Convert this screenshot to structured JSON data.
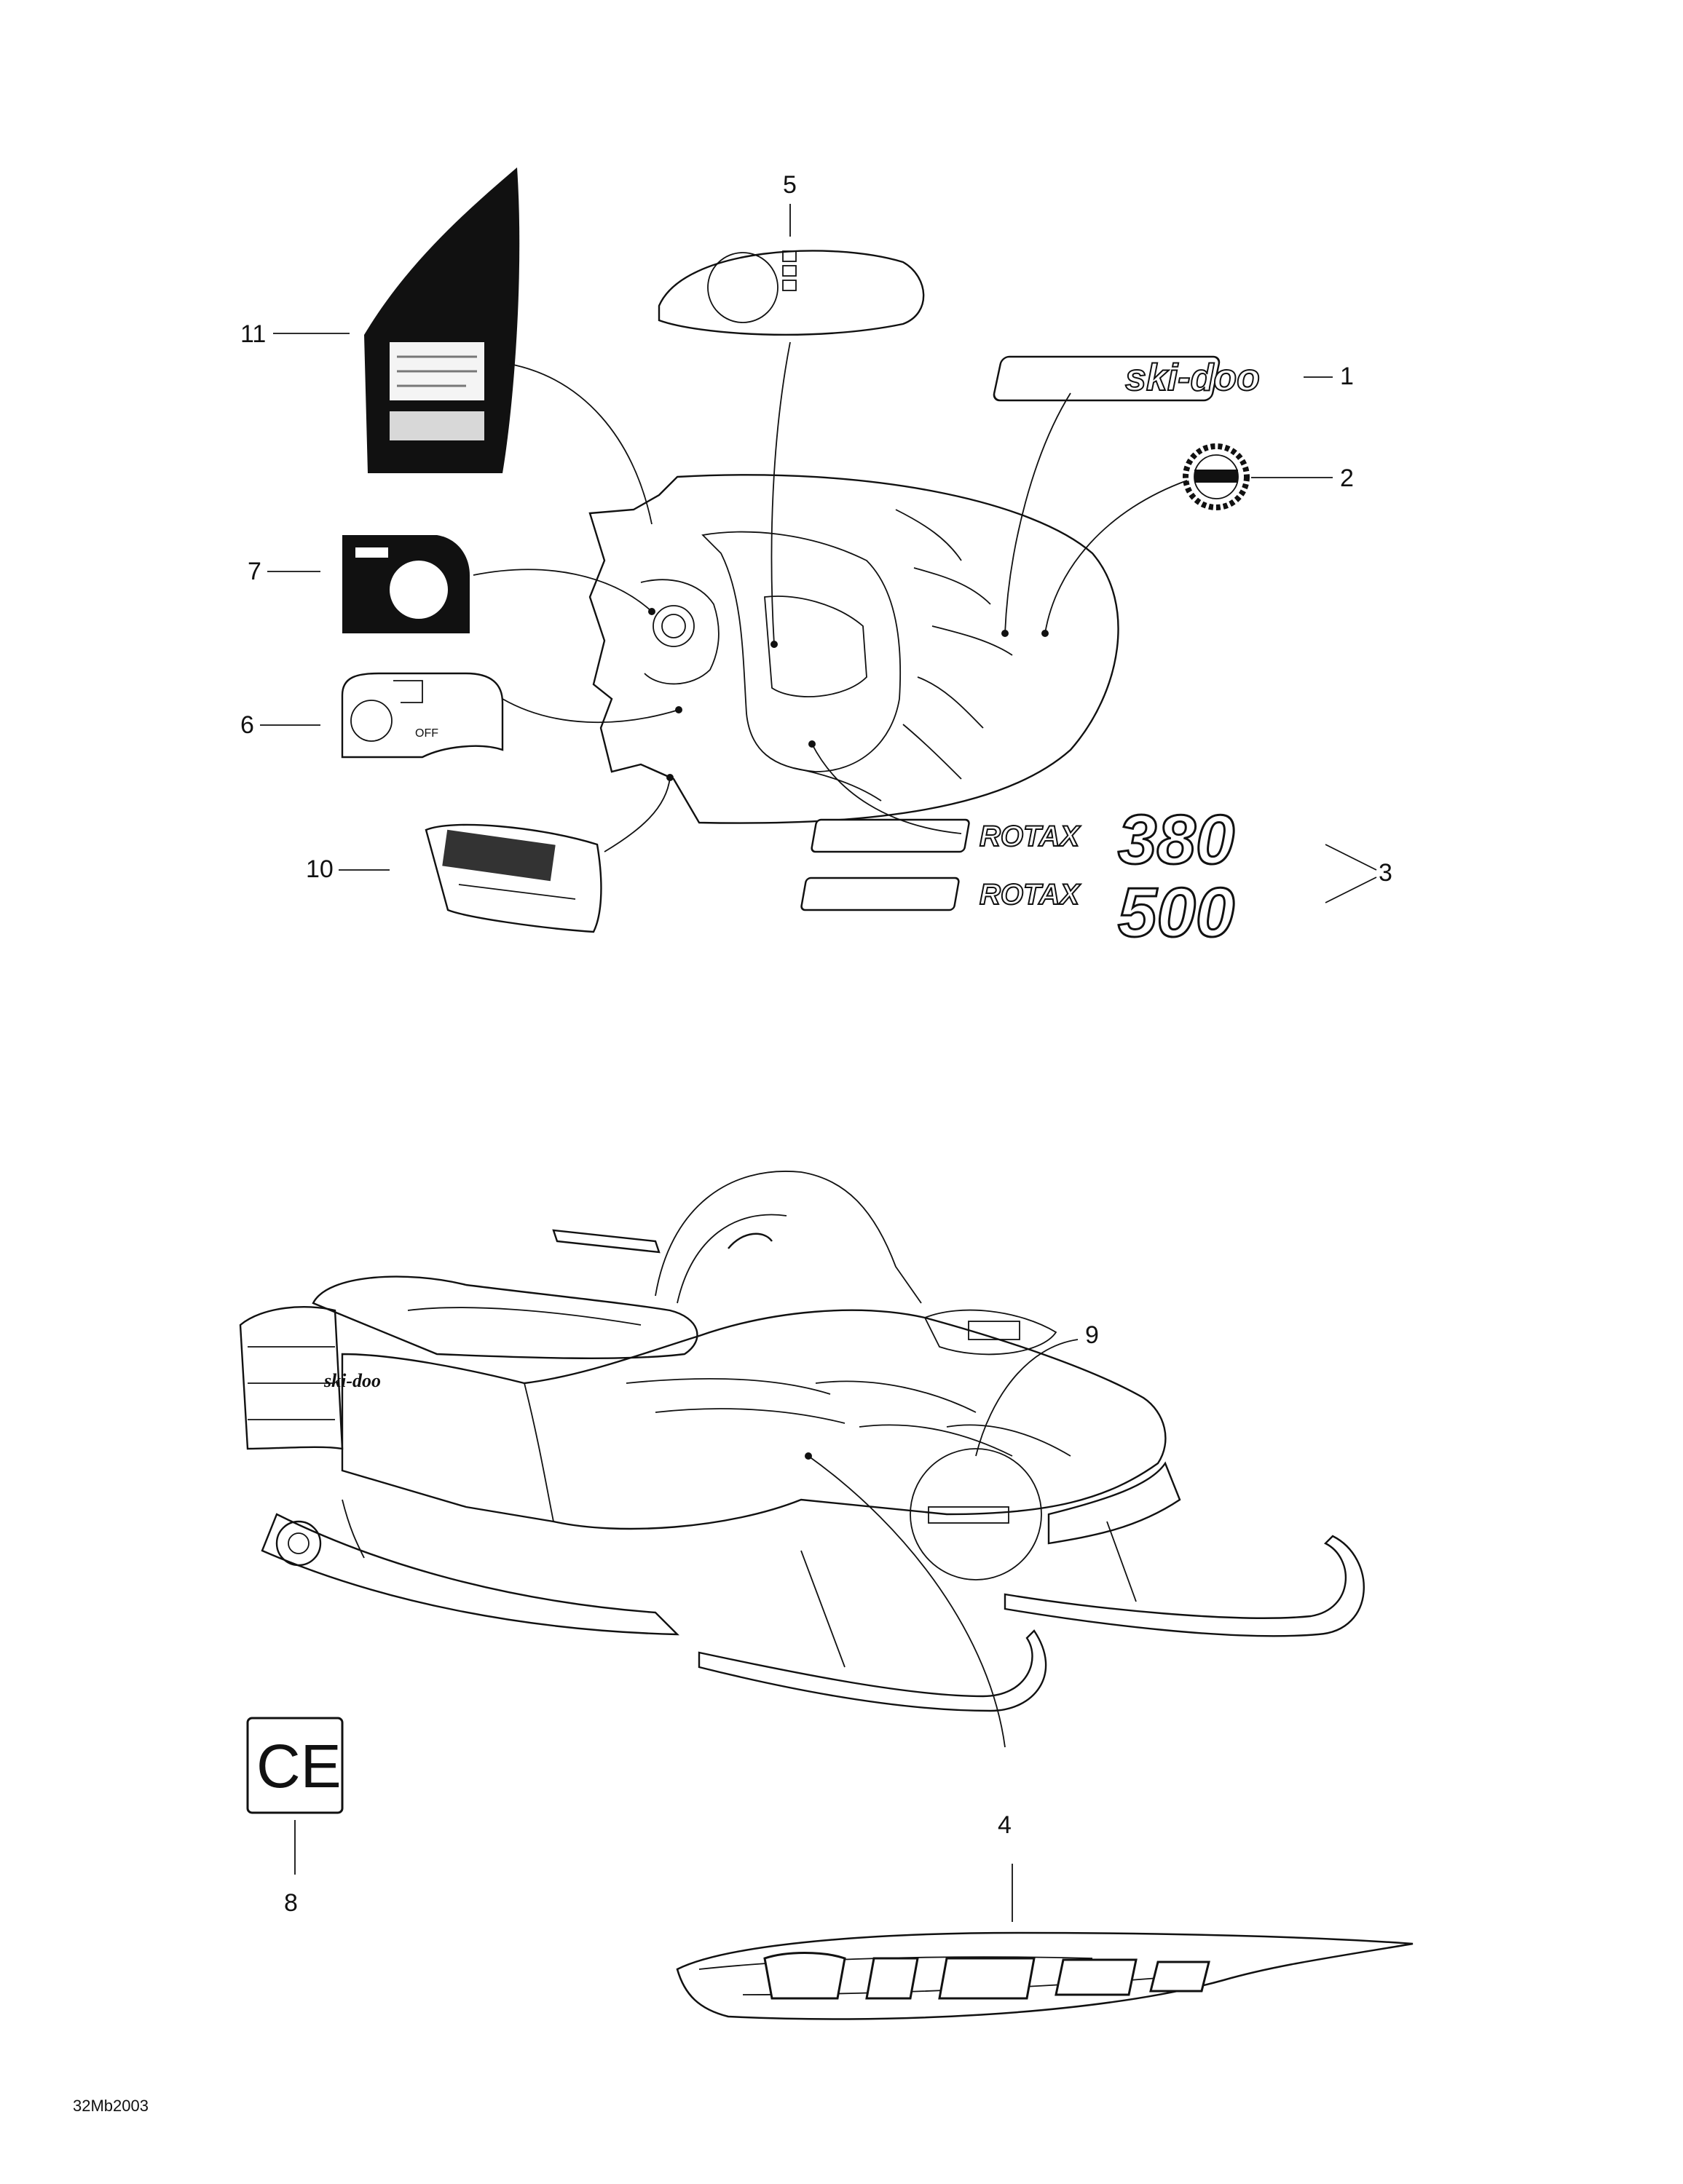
{
  "diagram": {
    "callouts": [
      "1",
      "2",
      "3",
      "4",
      "5",
      "6",
      "7",
      "8",
      "9",
      "10",
      "11"
    ],
    "ce_mark": "CE",
    "logos": {
      "skidoo_small": "ski-doo",
      "rotax_word": "ROTAX",
      "rotax_380": "380",
      "rotax_500": "500",
      "hood_side_logo": "ski-doo"
    },
    "figure_code": "32Mb2003"
  }
}
